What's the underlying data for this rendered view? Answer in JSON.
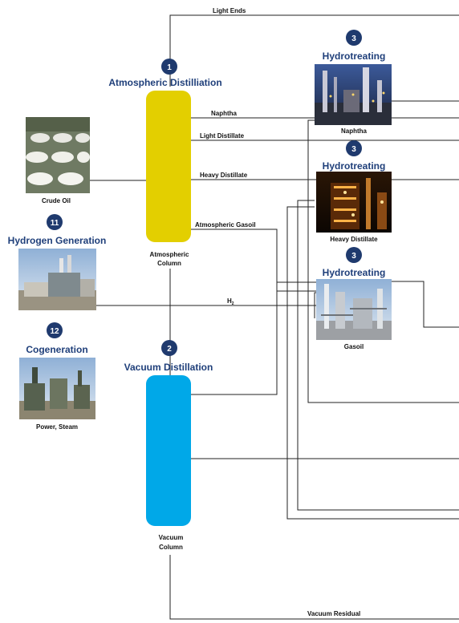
{
  "colors": {
    "heading": "#1f3f7a",
    "badge": "#1f3a6e",
    "atmospheric_column": "#e3cf00",
    "vacuum_column": "#00a8e8",
    "line": "#222222"
  },
  "units": {
    "atmospheric": {
      "badge": "1",
      "title": "Atmospheric Distilliation",
      "caption_1": "Atmospheric",
      "caption_2": "Column"
    },
    "vacuum": {
      "badge": "2",
      "title": "Vacuum Distillation",
      "caption_1": "Vacuum",
      "caption_2": "Column"
    },
    "hydro_naphtha": {
      "badge": "3",
      "title": "Hydrotreating",
      "caption": "Naphtha",
      "photo": "refinery-night-photo"
    },
    "hydro_heavy": {
      "badge": "3",
      "title": "Hydrotreating",
      "caption": "Heavy Distillate",
      "photo": "refinery-lights-photo"
    },
    "hydro_gasoil": {
      "badge": "3",
      "title": "Hydrotreating",
      "caption": "Gasoil",
      "photo": "refinery-day-photo"
    },
    "hydrogen": {
      "badge": "11",
      "title": "Hydrogen Generation",
      "photo": "plant-stacks-photo"
    },
    "cogeneration": {
      "badge": "12",
      "title": "Cogeneration",
      "caption": "Power, Steam",
      "photo": "power-plant-photo"
    },
    "crude": {
      "caption": "Crude Oil",
      "photo": "storage-tanks-photo"
    }
  },
  "streams": {
    "light_ends": "Light Ends",
    "naphtha": "Naphtha",
    "light_distillate": "Light Distillate",
    "heavy_distillate": "Heavy Distillate",
    "atmospheric_gasoil": "Atmospheric Gasoil",
    "h2_base": "H",
    "h2_sub": "2",
    "vacuum_residual": "Vacuum Residual"
  }
}
